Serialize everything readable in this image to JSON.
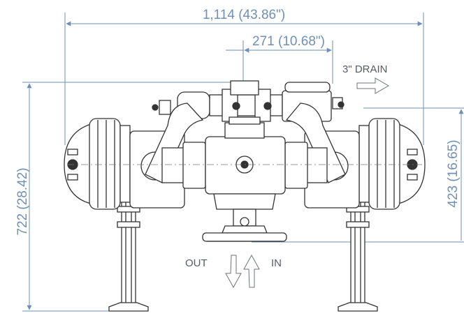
{
  "dimensions": {
    "overall_width": "1,114 (43.86\")",
    "center_offset": "271 (10.68\")",
    "overall_height": "722 (28.42)",
    "pipe_height": "423 (16.65)"
  },
  "labels": {
    "drain": "3\" DRAIN",
    "out": "OUT",
    "in": "IN"
  },
  "colors": {
    "dimension": "#6f8fb5",
    "outline": "#333333",
    "label": "#555b63"
  }
}
